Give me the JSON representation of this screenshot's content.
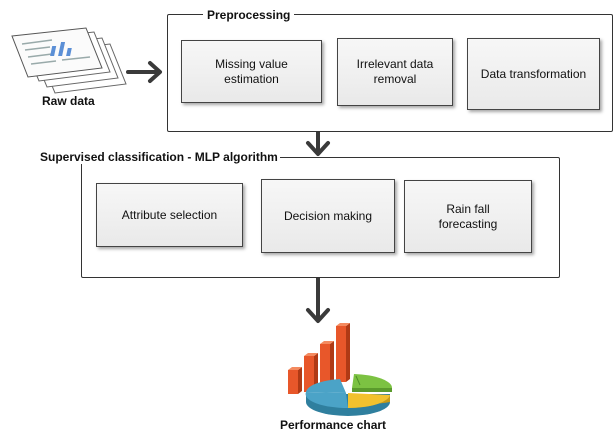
{
  "raw_data_label": "Raw data",
  "preprocessing": {
    "title": "Preprocessing",
    "steps": [
      "Missing value estimation",
      "Irrelevant data removal",
      "Data transformation"
    ]
  },
  "classification": {
    "title": "Supervised classification - MLP algorithm",
    "steps": [
      "Attribute selection",
      "Decision making",
      "Rain fall forecasting"
    ]
  },
  "output_label": "Performance chart",
  "colors": {
    "box_border": "#444444",
    "arrow": "#3a3a3a",
    "bar": "#e8572a",
    "pie_blue": "#4ba3c7",
    "pie_green": "#7cc242",
    "pie_yellow": "#f2c12e"
  }
}
